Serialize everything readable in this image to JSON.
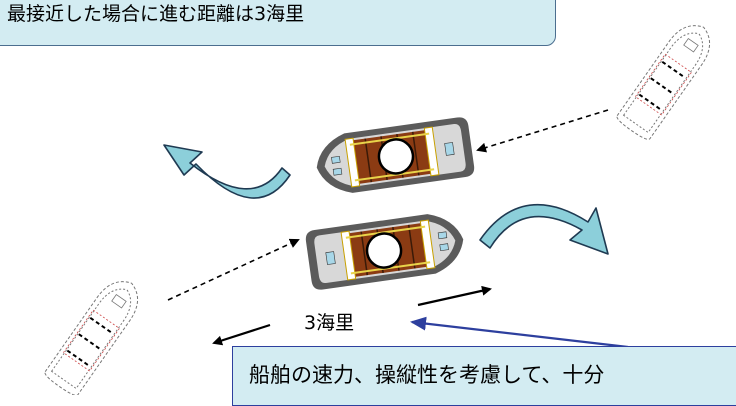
{
  "header": {
    "text": "最接近した場合に進む距離は3海里"
  },
  "distance": {
    "label": "3海里"
  },
  "note": {
    "text": "船舶の速力、操縦性を考慮して、十分"
  },
  "icons": {
    "ships": [
      "top-ship-icon",
      "bottom-ship-icon"
    ],
    "turn_arrows": [
      "turn-left-arrow-icon",
      "turn-right-arrow-icon"
    ],
    "ghost_ships": [
      "ghost-ship-top-right-icon",
      "ghost-ship-bottom-left-icon"
    ]
  },
  "colors": {
    "panel_fill": "#d3ecf2",
    "panel_border": "#4b6e8f",
    "note_border": "#2d3f9e",
    "turn_arrow_fill": "#8ccfda",
    "ship_hull": "#5b5b5b",
    "ship_cargo": "#8b3b13"
  }
}
